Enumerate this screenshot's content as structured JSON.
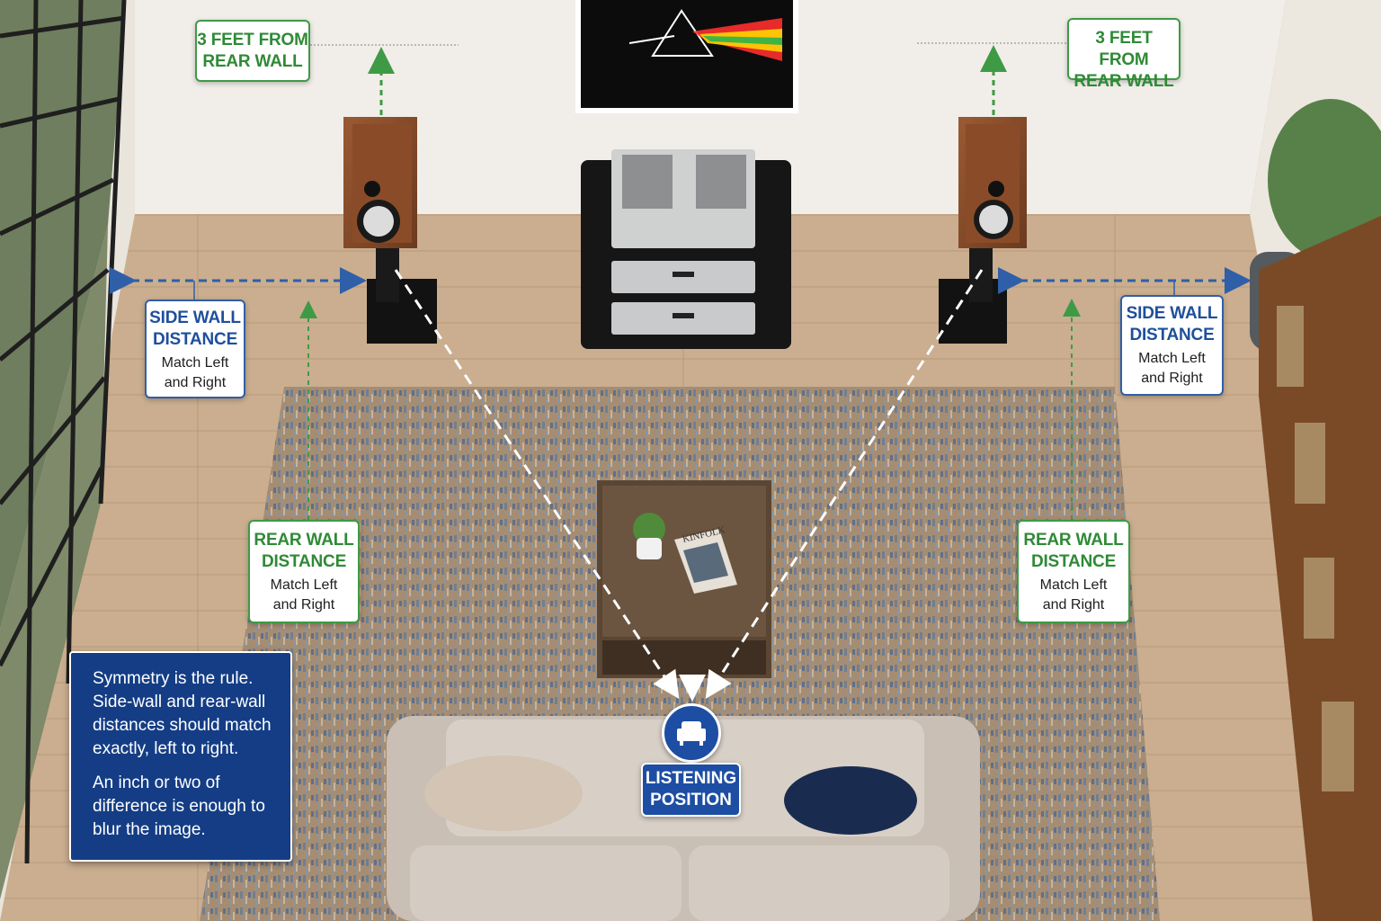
{
  "callouts": {
    "rear_left": {
      "line1": "3 FEET FROM",
      "line2": "REAR WALL"
    },
    "rear_right": {
      "line1": "3 FEET FROM",
      "line2": "REAR WALL"
    },
    "side_left": {
      "line1": "SIDE WALL",
      "line2": "DISTANCE",
      "sub1": "Match Left",
      "sub2": "and Right"
    },
    "side_right": {
      "line1": "SIDE WALL",
      "line2": "DISTANCE",
      "sub1": "Match Left",
      "sub2": "and Right"
    },
    "rdist_left": {
      "line1": "REAR WALL",
      "line2": "DISTANCE",
      "sub1": "Match Left",
      "sub2": "and Right"
    },
    "rdist_right": {
      "line1": "REAR WALL",
      "line2": "DISTANCE",
      "sub1": "Match Left",
      "sub2": "and Right"
    }
  },
  "note": {
    "para1": "Symmetry is the rule. Side-wall and rear-wall distances should match exactly, left to right.",
    "para2": "An inch or two of difference is enough to blur the image."
  },
  "listening": {
    "line1": "LISTENING",
    "line2": "POSITION",
    "icon": "armchair-icon"
  },
  "magazine": {
    "title": "KINFOLK"
  },
  "colors": {
    "green_accent": "#3f9a45",
    "blue_accent": "#2f5fa8",
    "note_bg": "#143d85",
    "listening_bg": "#1d4ea3",
    "wall": "#f1eee9",
    "floor": "#c9ae90"
  }
}
